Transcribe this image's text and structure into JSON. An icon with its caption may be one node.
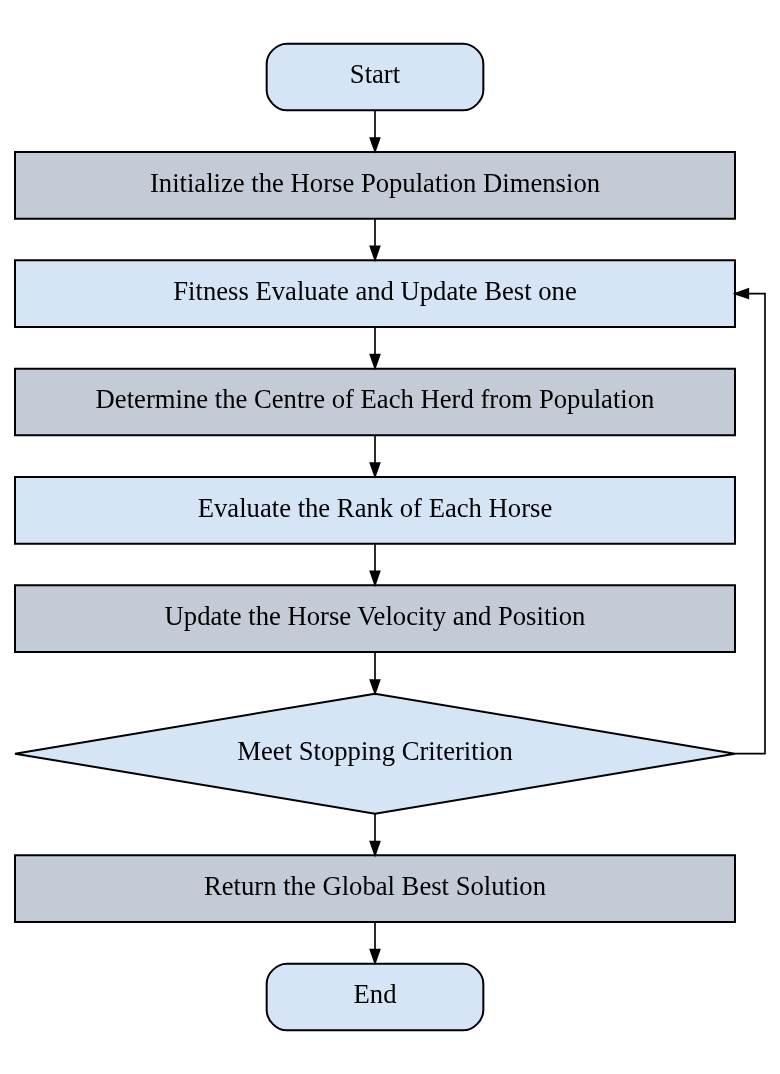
{
  "diagram": {
    "nodes": [
      {
        "text": [
          "Start"
        ]
      },
      {
        "text": [
          "Initialize the Horse Population Dimension"
        ]
      },
      {
        "text": [
          "Fitness Evaluate and Update Best one"
        ]
      },
      {
        "text": [
          "Determine the Centre of Each Herd from Population"
        ]
      },
      {
        "text": [
          "Evaluate the Rank of Each Horse"
        ]
      },
      {
        "text": [
          "Update the Horse Velocity and Position"
        ]
      },
      {
        "text": [
          "Meet Stopping Criterition"
        ]
      },
      {
        "text": [
          "Return the Global Best Solution"
        ]
      },
      {
        "text": [
          "End"
        ]
      }
    ],
    "edges": [
      {
        "from": 0,
        "to": 1,
        "arrow": "to"
      },
      {
        "from": 1,
        "to": 2,
        "arrow": "to"
      },
      {
        "from": 2,
        "to": 3,
        "arrow": "to"
      },
      {
        "from": 3,
        "to": 4,
        "arrow": "to"
      },
      {
        "from": 4,
        "to": 5,
        "arrow": "to"
      },
      {
        "from": 5,
        "to": 6,
        "arrow": "to"
      },
      {
        "from": 6,
        "to": 2,
        "arrow": "to"
      },
      {
        "from": 6,
        "to": 7,
        "arrow": "to"
      },
      {
        "from": 7,
        "to": 8,
        "arrow": "to"
      }
    ]
  }
}
